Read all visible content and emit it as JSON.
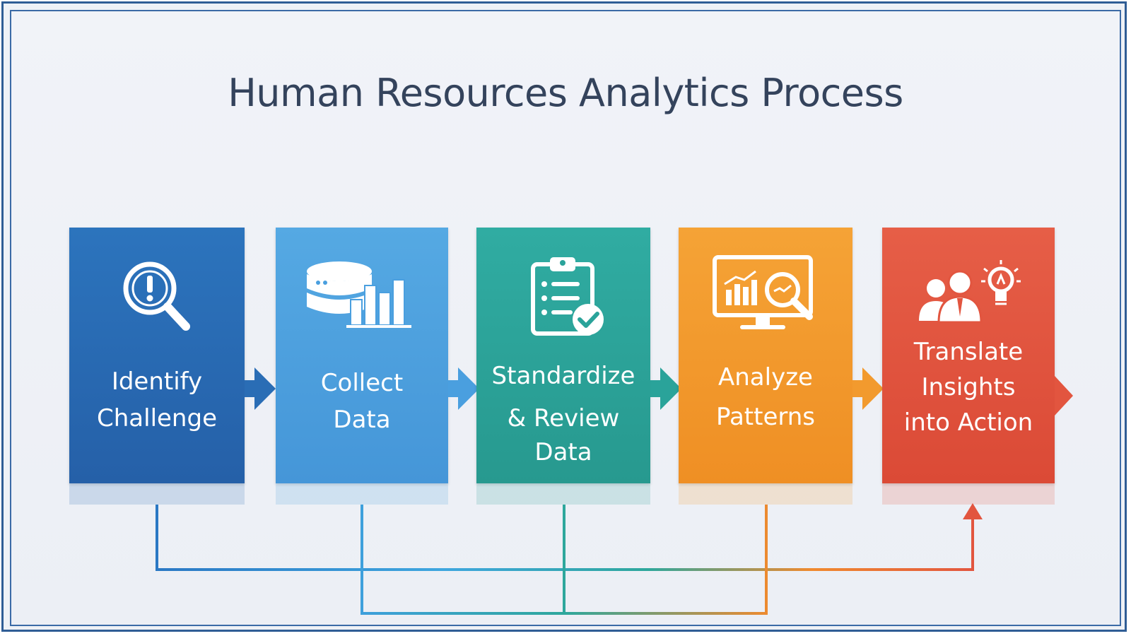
{
  "title": "Human Resources Analytics Process",
  "steps": [
    {
      "label_lines": [
        "Identify",
        "Challenge"
      ],
      "icon": "magnifier-alert-icon",
      "color": "#2a6db5"
    },
    {
      "label_lines": [
        "Collect",
        "Data"
      ],
      "icon": "database-chart-icon",
      "color": "#4a9fdf"
    },
    {
      "label_lines": [
        "Standardize",
        "& Review",
        "Data"
      ],
      "icon": "clipboard-check-icon",
      "color": "#2aa39a"
    },
    {
      "label_lines": [
        "Analyze",
        "Patterns"
      ],
      "icon": "monitor-analytics-icon",
      "color": "#f29a2e"
    },
    {
      "label_lines": [
        "Translate",
        "Insights",
        "into Action"
      ],
      "icon": "people-lightbulb-icon",
      "color": "#e2553f"
    }
  ],
  "colors": {
    "frame": "#2f5d95",
    "title": "#34435c",
    "background": "#eef1f6"
  }
}
